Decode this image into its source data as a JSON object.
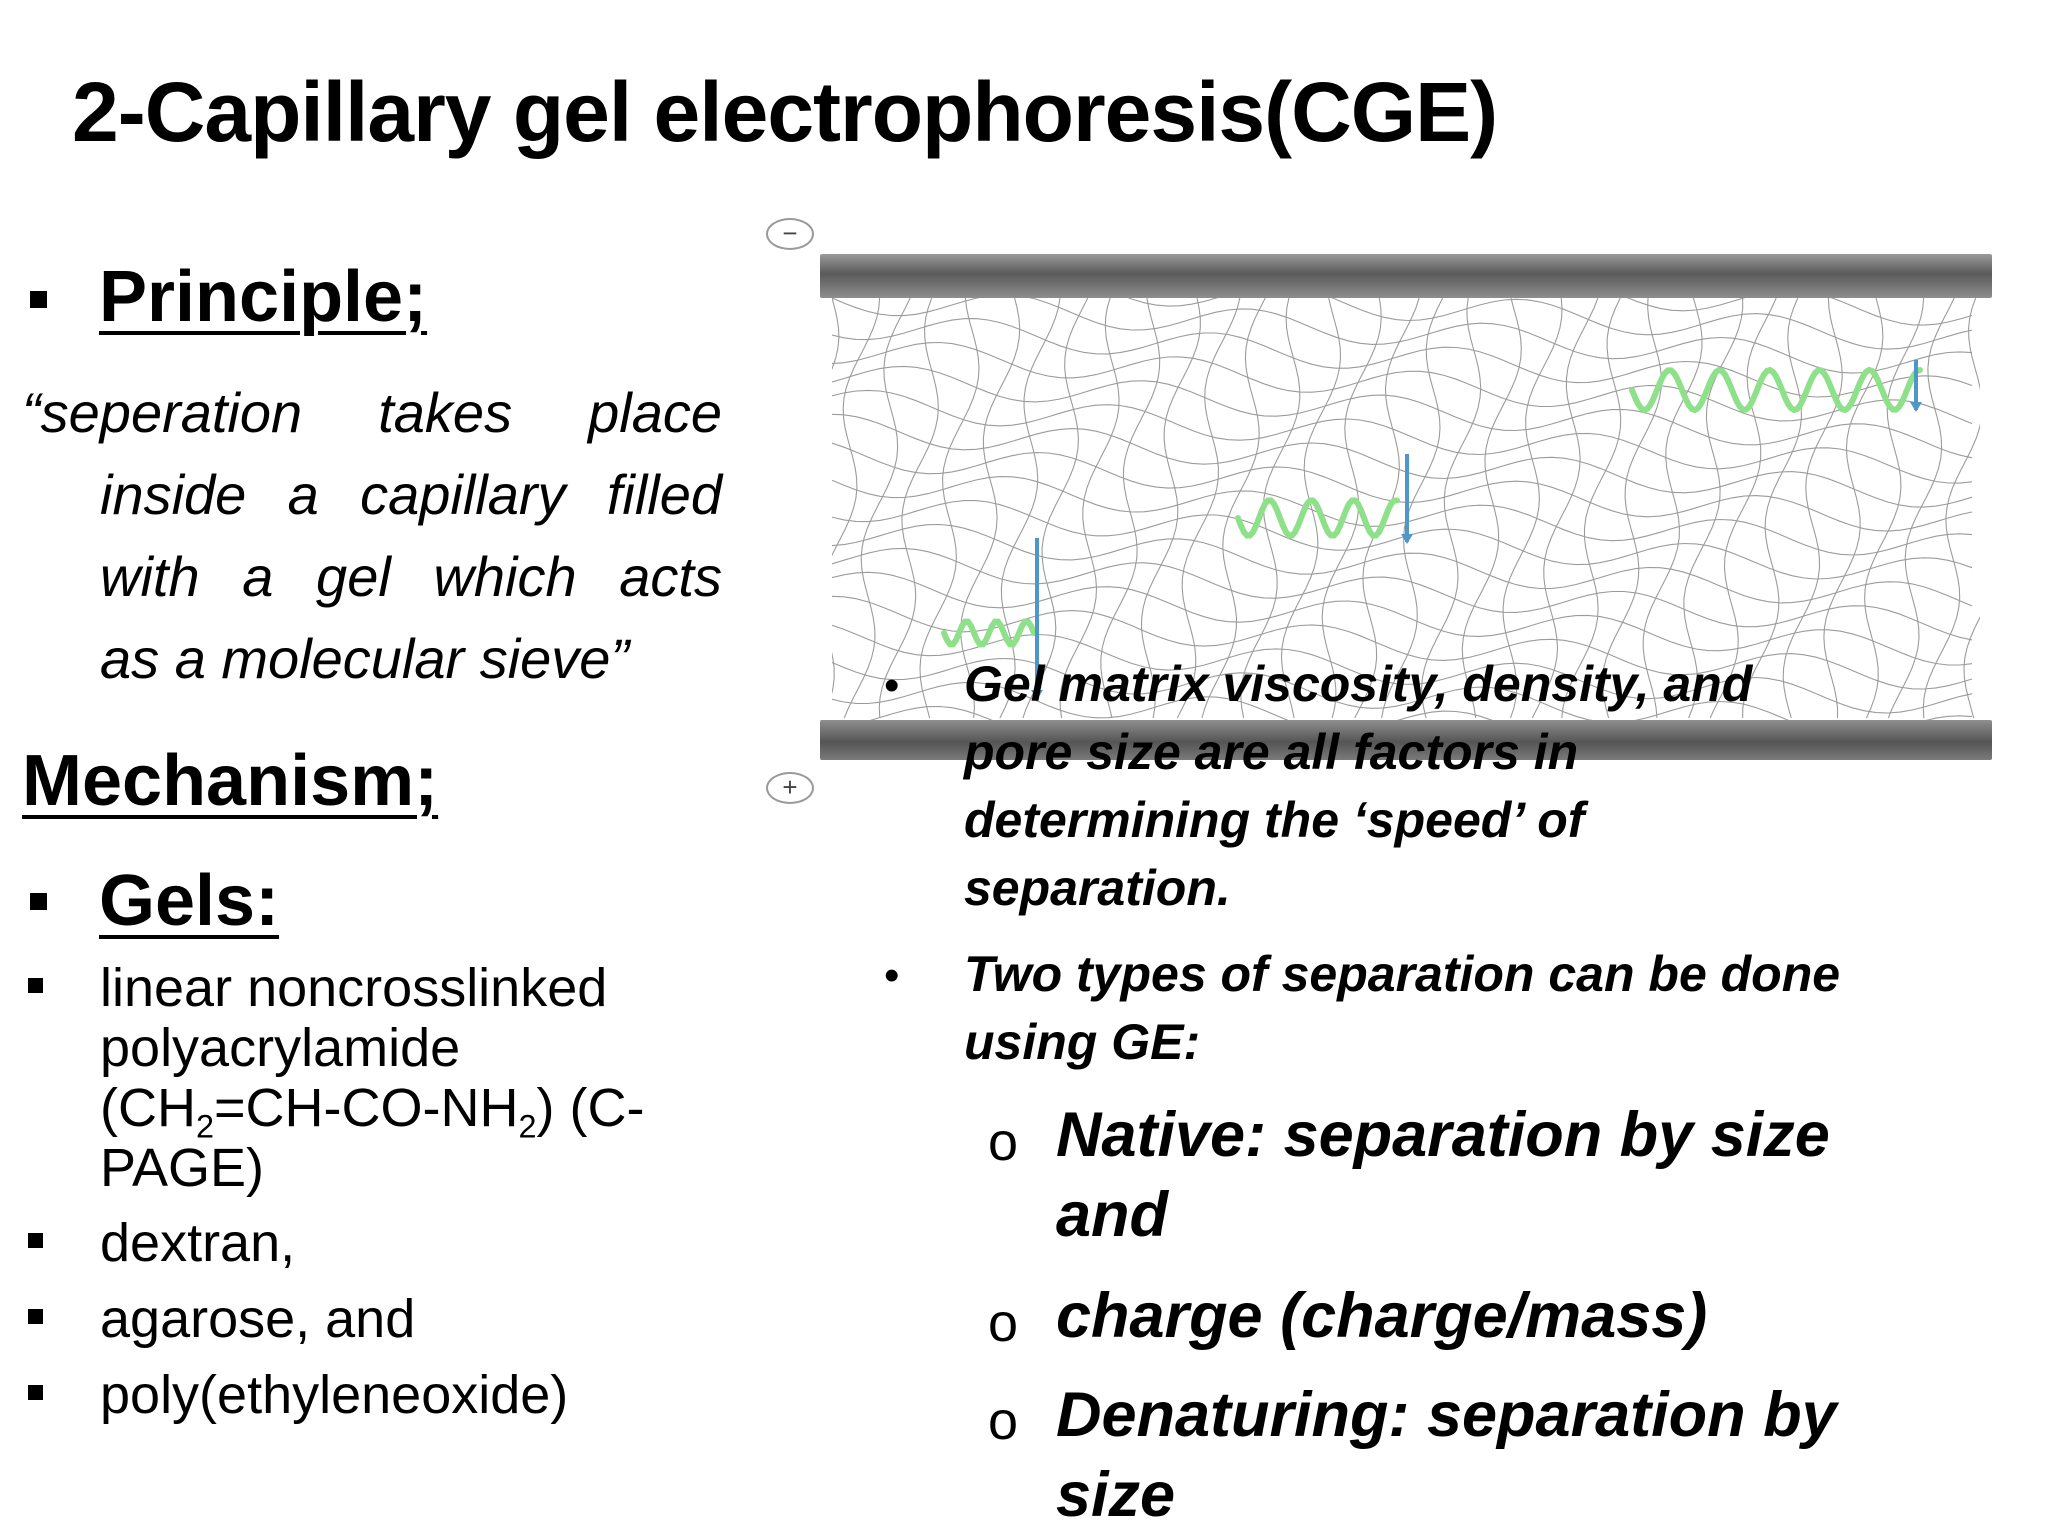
{
  "slide": {
    "title": "2-Capillary gel electrophoresis(CGE)"
  },
  "principle": {
    "heading": "Principle;",
    "quote_lines": [
      "“seperation takes place",
      "inside a capillary filled",
      "with a gel which acts",
      "as a molecular sieve”"
    ]
  },
  "mechanism": {
    "heading": "Mechanism;"
  },
  "gels": {
    "heading": "Gels:",
    "item1_lines": [
      "linear noncrosslinked",
      "polyacrylamide"
    ],
    "item1_formula": {
      "open": "(CH",
      "sub1": "2",
      "mid": "=CH-CO-NH",
      "sub2": "2",
      "close": ") (C-"
    },
    "item1_last": "PAGE)",
    "items": [
      " dextran,",
      " agarose, and",
      "poly(ethyleneoxide)"
    ]
  },
  "figure": {
    "minus_label": "−",
    "plus_label": "+",
    "colors": {
      "wave": "#8fe08a",
      "arrow": "#4f97c8",
      "mesh": "#7a7a7a"
    }
  },
  "right": {
    "bullets": [
      [
        "Gel matrix viscosity, density, and",
        "pore size are all factors in",
        "determining the ‘speed’ of",
        "separation."
      ],
      [
        "Two types of separation can be done",
        "using GE:"
      ]
    ],
    "sub_items": [
      [
        "Native: separation by size",
        "and"
      ],
      [
        "charge (charge/mass)"
      ],
      [
        "Denaturing: separation by",
        "size"
      ]
    ],
    "sub_marker": "o",
    "bullet_marker": "•"
  }
}
